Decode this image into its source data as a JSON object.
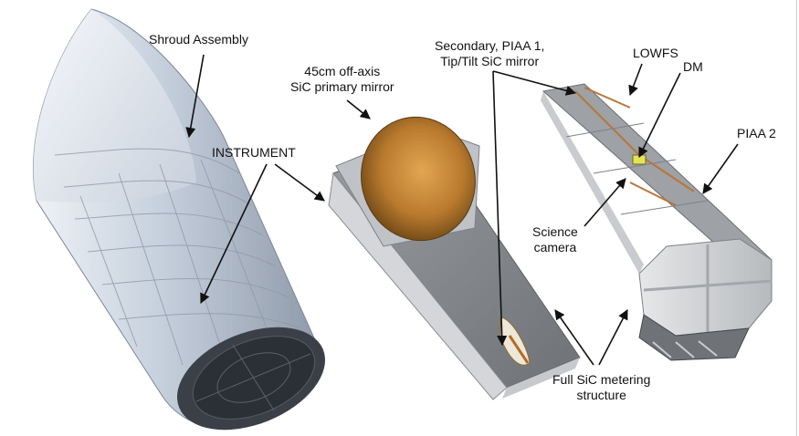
{
  "labels": {
    "shroud": "Shroud Assembly",
    "instrument": "INSTRUMENT",
    "primary_line1": "45cm off-axis",
    "primary_line2": "SiC primary mirror",
    "secondary_line1": "Secondary, PIAA 1,",
    "secondary_line2": "Tip/Tilt SiC mirror",
    "lowfs": "LOWFS",
    "dm": "DM",
    "piaa2": "PIAA 2",
    "science_line1": "Science",
    "science_line2": "camera",
    "metering_line1": "Full SiC metering",
    "metering_line2": "structure"
  },
  "colors": {
    "shroud_fill": "#cdd6e2",
    "shroud_dark": "#2b2f36",
    "sic_gray": "#a9acb0",
    "sic_light": "#d9dbdd",
    "mirror_gold": "#c88a3c",
    "mirror_dark": "#6b4616"
  }
}
